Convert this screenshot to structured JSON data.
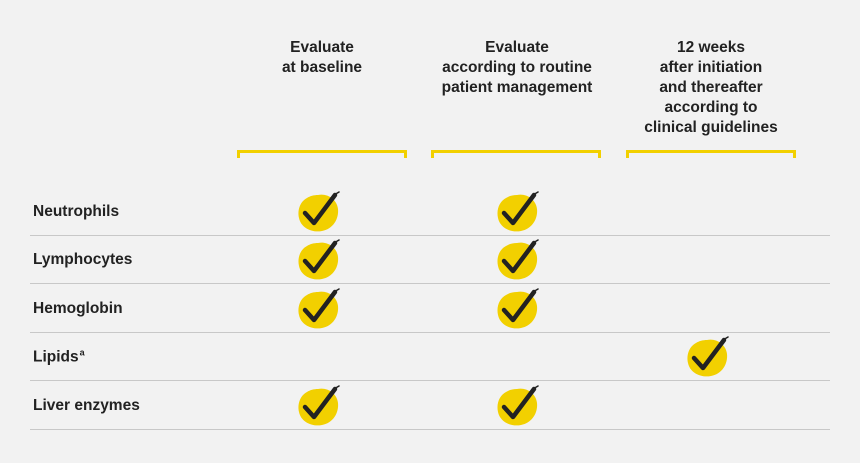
{
  "columns": [
    {
      "lines": [
        "Evaluate",
        "at baseline"
      ]
    },
    {
      "lines": [
        "Evaluate",
        "according to routine",
        "patient management"
      ]
    },
    {
      "lines": [
        "12 weeks",
        "after initiation",
        "and thereafter",
        "according to",
        "clinical guidelines"
      ]
    }
  ],
  "rows": [
    {
      "label": "Neutrophils",
      "sup": "",
      "checks": [
        true,
        true,
        false
      ]
    },
    {
      "label": "Lymphocytes",
      "sup": "",
      "checks": [
        true,
        true,
        false
      ]
    },
    {
      "label": "Hemoglobin",
      "sup": "",
      "checks": [
        true,
        true,
        false
      ]
    },
    {
      "label": "Lipids",
      "sup": "a",
      "checks": [
        false,
        false,
        true
      ]
    },
    {
      "label": "Liver enzymes",
      "sup": "",
      "checks": [
        true,
        true,
        false
      ]
    }
  ],
  "colors": {
    "accent": "#f2d000",
    "check_mark": "#222222",
    "divider": "#c8c8c8",
    "background": "#f2f2f2"
  },
  "icons": {
    "check": "check-icon"
  }
}
